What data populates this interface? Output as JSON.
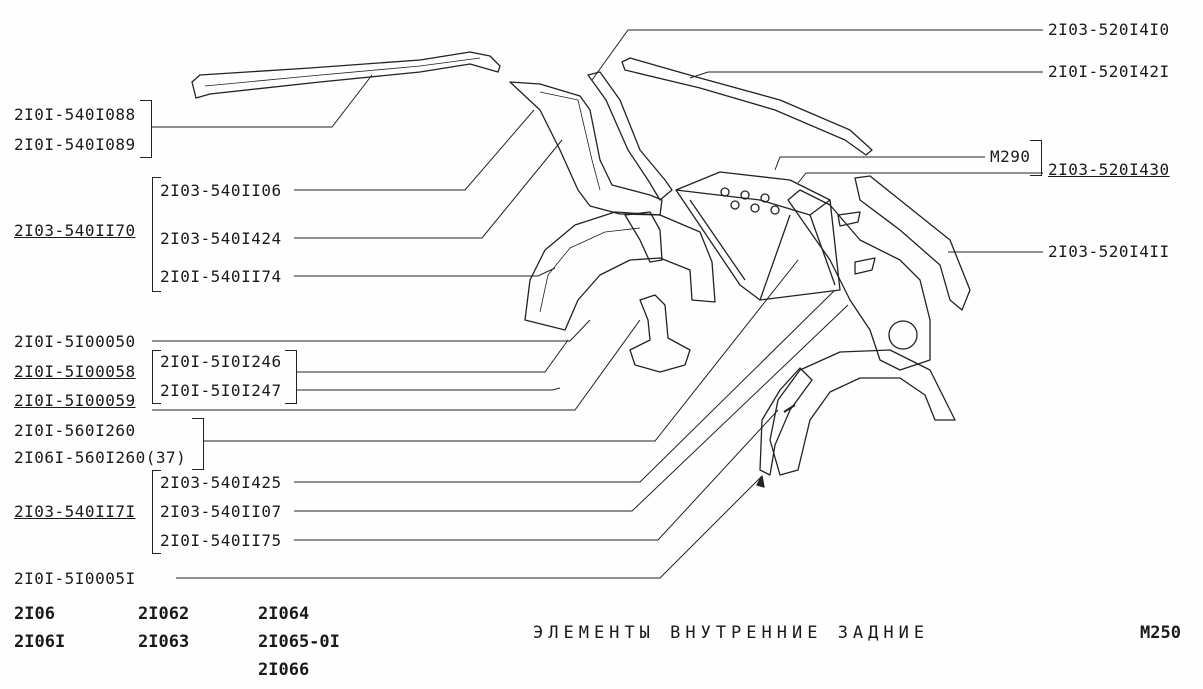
{
  "title": "ЭЛЕМЕНТЫ ВНУТРЕННИЕ ЗАДНИЕ",
  "page_code": "M250",
  "models": {
    "col1": [
      "2I06",
      "2I06I"
    ],
    "col2": [
      "2I062",
      "2I063"
    ],
    "col3": [
      "2I064",
      "2I065-0I",
      "2I066"
    ]
  },
  "parts_left": {
    "p1": "2I0I-540I088",
    "p2": "2I0I-540I089",
    "g1_header": "2I03-540II70",
    "g1_a": "2I03-540II06",
    "g1_b": "2I03-540I424",
    "g1_c": "2I0I-540II74",
    "p3": "2I0I-5I00050",
    "p4": "2I0I-5I00058",
    "p5": "2I0I-5I00059",
    "p4_a": "2I0I-5I0I246",
    "p4_b": "2I0I-5I0I247",
    "p6": "2I0I-560I260",
    "p7": "2I06I-560I260(37)",
    "g2_header": "2I03-540II7I",
    "g2_a": "2I03-540I425",
    "g2_b": "2I03-540II07",
    "g2_c": "2I0I-540II75",
    "p8": "2I0I-5I0005I"
  },
  "parts_right": {
    "r1": "2I03-520I4I0",
    "r2": "2I0I-520I42I",
    "r3": "M290",
    "r4": "2I03-520I430",
    "r5": "2I03-520I4II"
  }
}
